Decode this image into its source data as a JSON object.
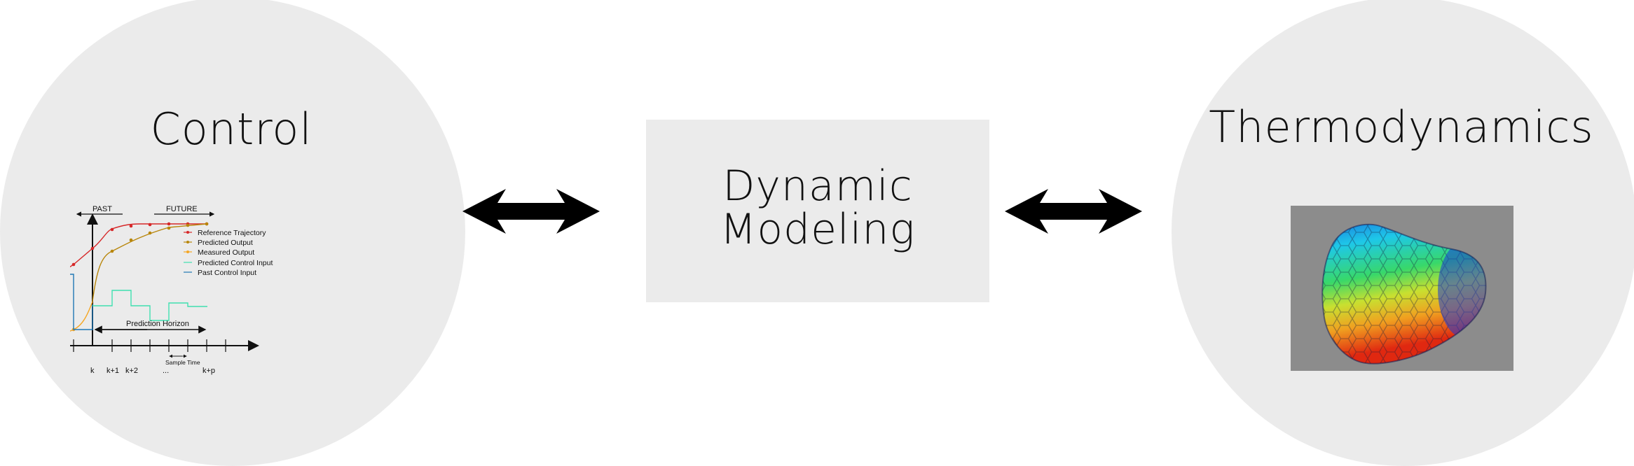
{
  "control": {
    "title": "Control",
    "diagram": {
      "past_label": "PAST",
      "future_label": "FUTURE",
      "legend": [
        {
          "label": "Reference Trajectory",
          "color": "#d62728"
        },
        {
          "label": "Predicted Output",
          "color": "#b8860b"
        },
        {
          "label": "Measured Output",
          "color": "#f5a623"
        },
        {
          "label": "Predicted Control Input",
          "color": "#40e0b0"
        },
        {
          "label": "Past Control Input",
          "color": "#1f77b4"
        }
      ],
      "horizon_label": "Prediction Horizon",
      "sample_time_label": "Sample Time",
      "ticks": {
        "k": "k",
        "k1": "k+1",
        "k2": "k+2",
        "dots": "...",
        "kp": "k+p"
      }
    }
  },
  "center": {
    "line1": "Dynamic",
    "line2": "Modeling"
  },
  "thermodynamics": {
    "title": "Thermodynamics"
  },
  "colors": {
    "circle": "#ebebeb",
    "box": "#ebebeb",
    "arrow": "#000000",
    "image_background": "#8c8c8c"
  }
}
